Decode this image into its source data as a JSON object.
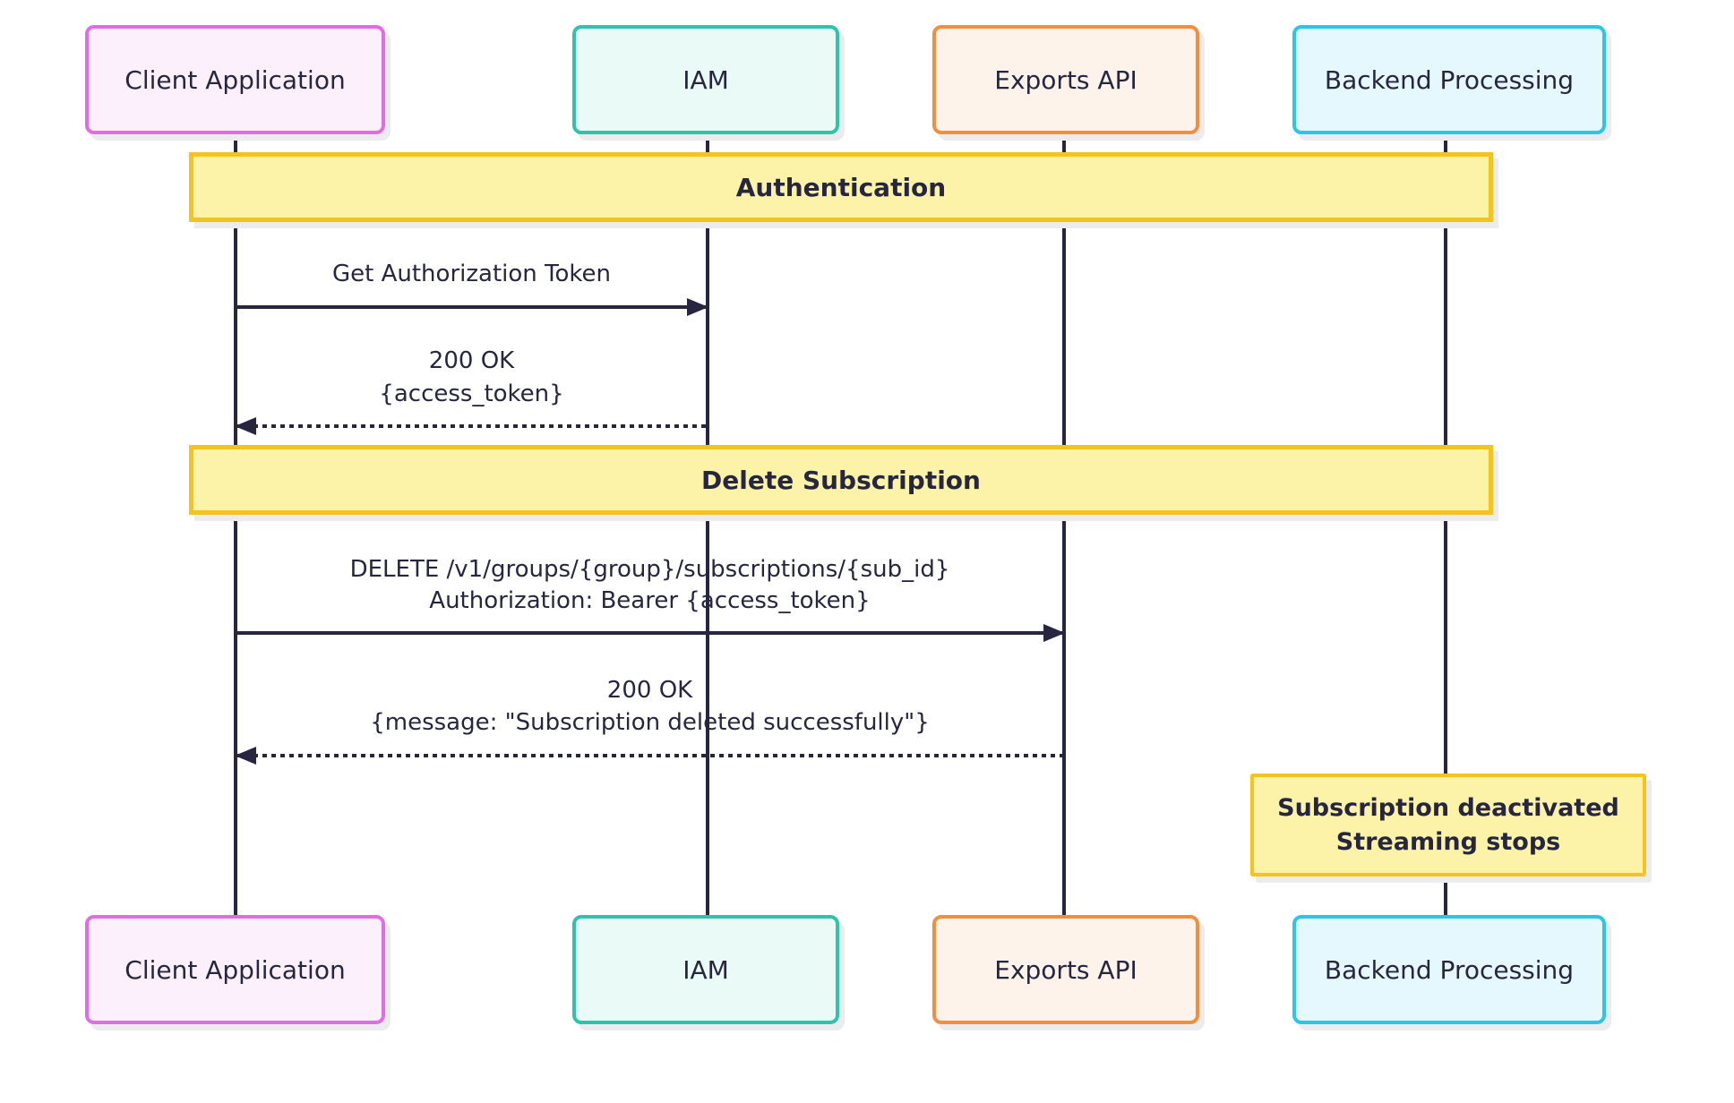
{
  "diagram": {
    "type": "sequence-diagram",
    "actors": [
      {
        "id": "client",
        "label": "Client Application"
      },
      {
        "id": "iam",
        "label": "IAM"
      },
      {
        "id": "exports",
        "label": "Exports API"
      },
      {
        "id": "backend",
        "label": "Backend Processing"
      }
    ],
    "sections": [
      {
        "label": "Authentication"
      },
      {
        "label": "Delete Subscription"
      }
    ],
    "messages": [
      {
        "from": "Client Application",
        "to": "IAM",
        "style": "solid",
        "lines": [
          "Get Authorization Token"
        ]
      },
      {
        "from": "IAM",
        "to": "Client Application",
        "style": "dashed",
        "lines": [
          "200 OK",
          "{access_token}"
        ]
      },
      {
        "from": "Client Application",
        "to": "Exports API",
        "style": "solid",
        "lines": [
          "DELETE /v1/groups/{group}/subscriptions/{sub_id}",
          "Authorization: Bearer {access_token}"
        ]
      },
      {
        "from": "Exports API",
        "to": "Client Application",
        "style": "dashed",
        "lines": [
          "200 OK",
          "{message: \"Subscription deleted successfully\"}"
        ]
      }
    ],
    "note": {
      "over": "Backend Processing",
      "lines": [
        "Subscription deactivated",
        "Streaming stops"
      ]
    },
    "colors": {
      "line": "#262640",
      "client_border": "#e06ee0",
      "client_fill": "#fdf0fd",
      "iam_border": "#2ec4ac",
      "iam_fill": "#eafaf6",
      "exports_border": "#f28f3e",
      "exports_fill": "#fdf3ea",
      "backend_border": "#2bc5e8",
      "backend_fill": "#e5f8fd",
      "section_border": "#f3c41f",
      "section_fill": "#fdf3a8"
    }
  }
}
